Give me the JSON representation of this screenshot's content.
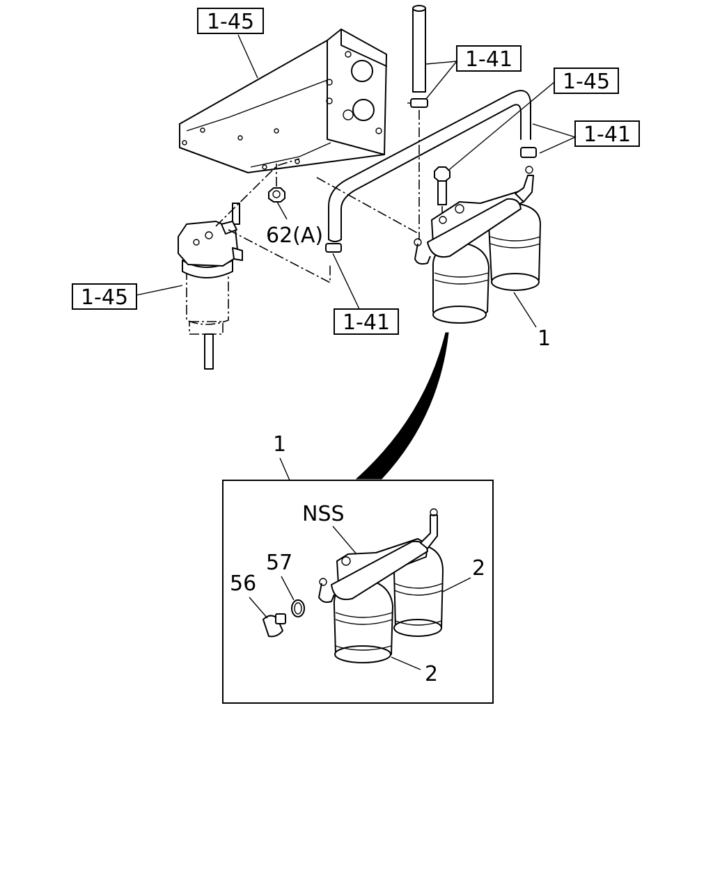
{
  "labels": {
    "ref_1_45_top": "1-45",
    "ref_1_41_top": "1-41",
    "ref_1_45_right": "1-45",
    "ref_1_41_right": "1-41",
    "ref_1_45_left": "1-45",
    "ref_1_41_mid": "1-41",
    "part_62a": "62(A)",
    "part_1_upper": "1",
    "part_1_detail": "1",
    "nss": "NSS",
    "part_57": "57",
    "part_56": "56",
    "part_2_upper": "2",
    "part_2_lower": "2"
  }
}
